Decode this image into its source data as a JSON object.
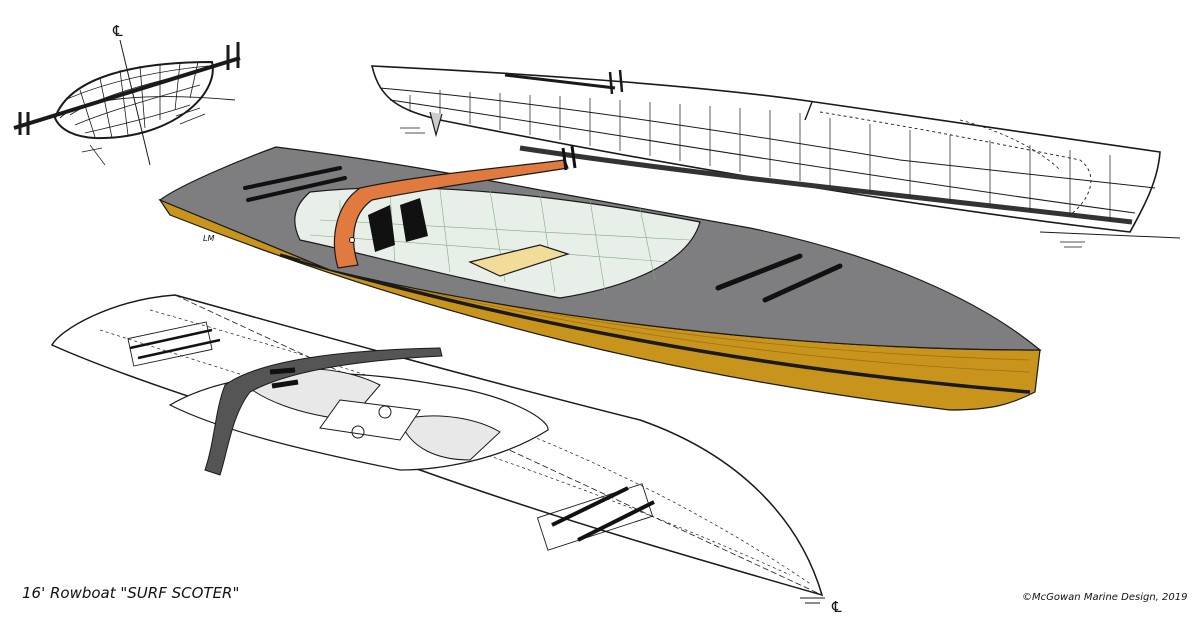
{
  "drawing": {
    "title": "16' Rowboat \"SURF SCOTER\"",
    "copyright": "©McGowan Marine Design, 2019",
    "initials": "LM",
    "centerline_mark": "℄"
  },
  "colors": {
    "hull_side": "#C8941C",
    "deck": "#7E7E80",
    "outrigger": "#E07A3F",
    "seat": "#F2DC9A",
    "line": "#1a1a1a",
    "cockpit_floor": "#E8EEE8"
  }
}
